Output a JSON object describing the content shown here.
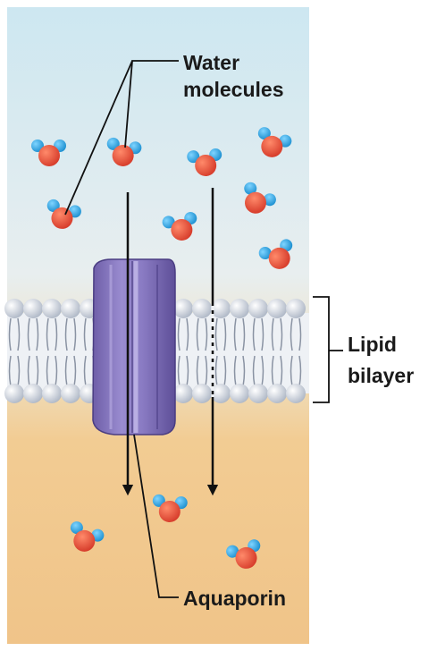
{
  "labels": {
    "water_line1": "Water",
    "water_line2": "molecules",
    "lipid_line1": "Lipid",
    "lipid_line2": "bilayer",
    "aquaporin": "Aquaporin"
  },
  "colors": {
    "extracellular_top": "#cfe8f2",
    "extracellular_mid": "#e6eef0",
    "cytoplasm": "#f1c98f",
    "protein": "#8c7cc0",
    "oxygen": "#e2523e",
    "hydrogen": "#2aa6e0",
    "lipid_head": "#d3d9e3"
  }
}
